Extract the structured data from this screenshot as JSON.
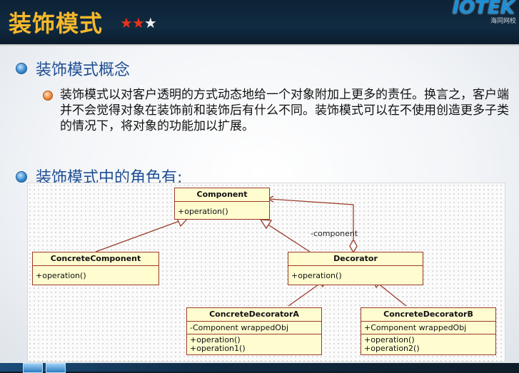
{
  "header": {
    "title": "装饰模式",
    "stars": "★★★",
    "logo": "IOTEK",
    "logo_sub": "海同网校"
  },
  "section1": {
    "heading": "装饰模式概念",
    "paragraph": "装饰模式以对客户透明的方式动态地给一个对象附加上更多的责任。换言之，客户端并不会觉得对象在装饰前和装饰后有什么不同。装饰模式可以在不使用创造更多子类的情况下，将对象的功能加以扩展。"
  },
  "section2": {
    "heading": "装饰模式中的角色有:"
  },
  "diagram": {
    "role_label": "-component",
    "classes": {
      "component": {
        "name": "Component",
        "ops": [
          "+operation()"
        ]
      },
      "concrete_component": {
        "name": "ConcreteComponent",
        "ops": [
          "+operation()"
        ]
      },
      "decorator": {
        "name": "Decorator",
        "ops": [
          "+operation()"
        ]
      },
      "decorator_a": {
        "name": "ConcreteDecoratorA",
        "attr": "-Component wrappedObj",
        "ops": [
          "+operation()",
          "+operation1()"
        ]
      },
      "decorator_b": {
        "name": "ConcreteDecoratorB",
        "attr": "+Component wrappedObj",
        "ops": [
          "+operation()",
          "+operation2()"
        ]
      }
    }
  },
  "colors": {
    "title": "#f7b82a",
    "heading": "#1f4e93",
    "uml_fill": "#fffccf",
    "uml_border": "#9a3c2a"
  }
}
